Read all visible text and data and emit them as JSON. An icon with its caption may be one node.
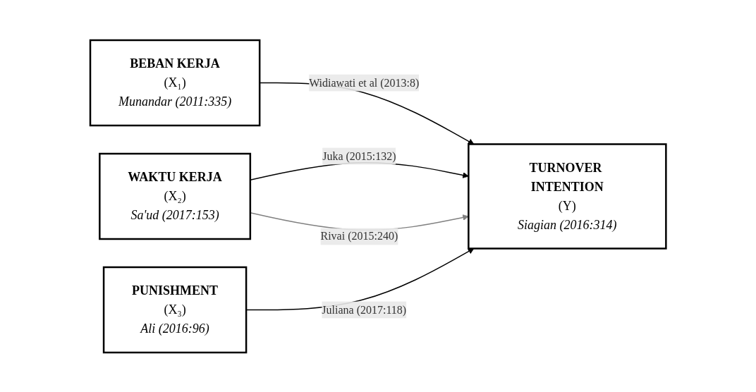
{
  "diagram": {
    "nodes": [
      {
        "text": [
          "BEBAN KERJA",
          "(X₁)",
          "Munandar (2011:335)"
        ]
      },
      {
        "text": [
          "WAKTU KERJA",
          "(X₂)",
          "Sa'ud (2017:153)"
        ]
      },
      {
        "text": [
          "PUNISHMENT",
          "(X₃)",
          "Ali (2016:96)"
        ]
      },
      {
        "text": [
          "TURNOVER INTENTION",
          "(Y)",
          "Siagian (2016:314)"
        ]
      }
    ],
    "edges": [
      {
        "from": 0,
        "to": 3,
        "arrow": "to",
        "label": "Widiawati et al (2013:8)"
      },
      {
        "from": 1,
        "to": 3,
        "arrow": "to",
        "label": "Juka (2015:132)"
      },
      {
        "from": 2,
        "to": 3,
        "arrow": "to",
        "label": "Juliana (2017:118)"
      },
      {
        "from": 1,
        "to": 3,
        "arrow": "to",
        "label": "Rivai (2015:240)",
        "color": "#808080"
      }
    ]
  }
}
